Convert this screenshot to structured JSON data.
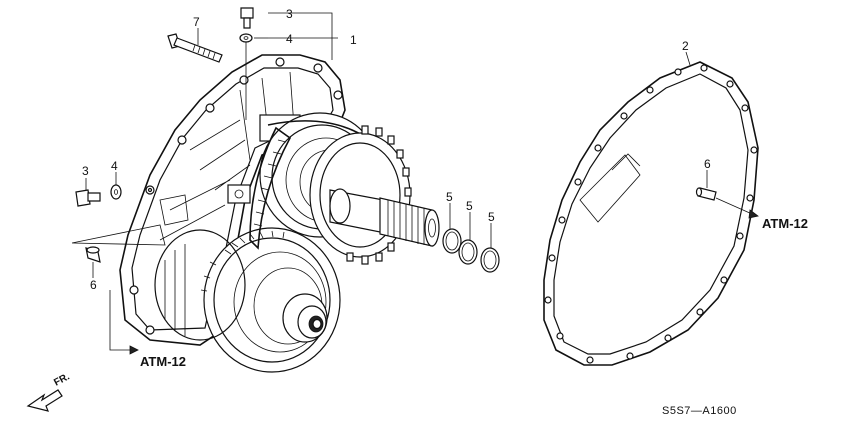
{
  "callouts": {
    "c1": "1",
    "c2": "2",
    "c3a": "3",
    "c3b": "3",
    "c4a": "4",
    "c4b": "4",
    "c5a": "5",
    "c5b": "5",
    "c5c": "5",
    "c6a": "6",
    "c6b": "6",
    "c7": "7"
  },
  "references": {
    "left": "ATM-12",
    "right": "ATM-12"
  },
  "direction_label": "FR.",
  "diagram_code": "S5S7—A1600"
}
